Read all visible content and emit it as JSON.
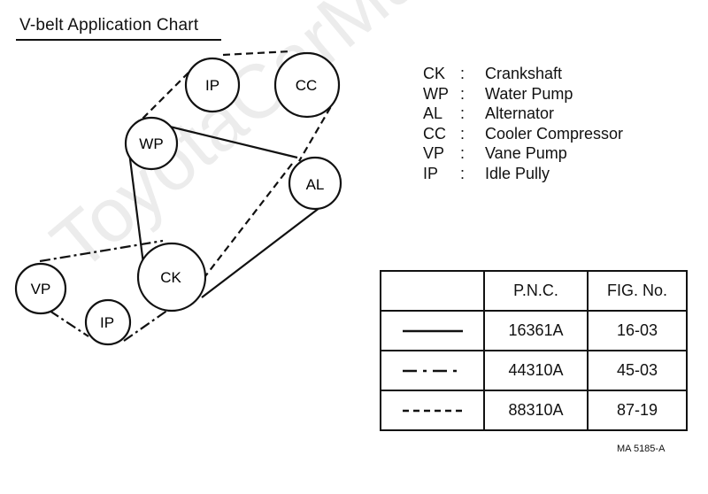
{
  "title": "V-belt Application Chart",
  "watermark": "ToyotaCarManual.ru",
  "pulleys": [
    {
      "id": "ip_top",
      "label": "IP"
    },
    {
      "id": "cc",
      "label": "CC"
    },
    {
      "id": "wp",
      "label": "WP"
    },
    {
      "id": "al",
      "label": "AL"
    },
    {
      "id": "ck",
      "label": "CK"
    },
    {
      "id": "vp",
      "label": "VP"
    },
    {
      "id": "ip_bottom",
      "label": "IP"
    }
  ],
  "legend": [
    {
      "abbr": "CK",
      "name": "Crankshaft"
    },
    {
      "abbr": "WP",
      "name": "Water Pump"
    },
    {
      "abbr": "AL",
      "name": "Alternator"
    },
    {
      "abbr": "CC",
      "name": "Cooler Compressor"
    },
    {
      "abbr": "VP",
      "name": "Vane Pump"
    },
    {
      "abbr": "IP",
      "name": "Idle Pully"
    }
  ],
  "legend_separator": ":",
  "parts_table": {
    "headers": [
      "",
      "P.N.C.",
      "FIG. No."
    ],
    "rows": [
      {
        "line_style": "solid",
        "pnc": "16361A",
        "fig": "16-03"
      },
      {
        "line_style": "dash-dot",
        "pnc": "44310A",
        "fig": "45-03"
      },
      {
        "line_style": "dashed",
        "pnc": "88310A",
        "fig": "87-19"
      }
    ]
  },
  "figure_code": "MA 5185-A"
}
